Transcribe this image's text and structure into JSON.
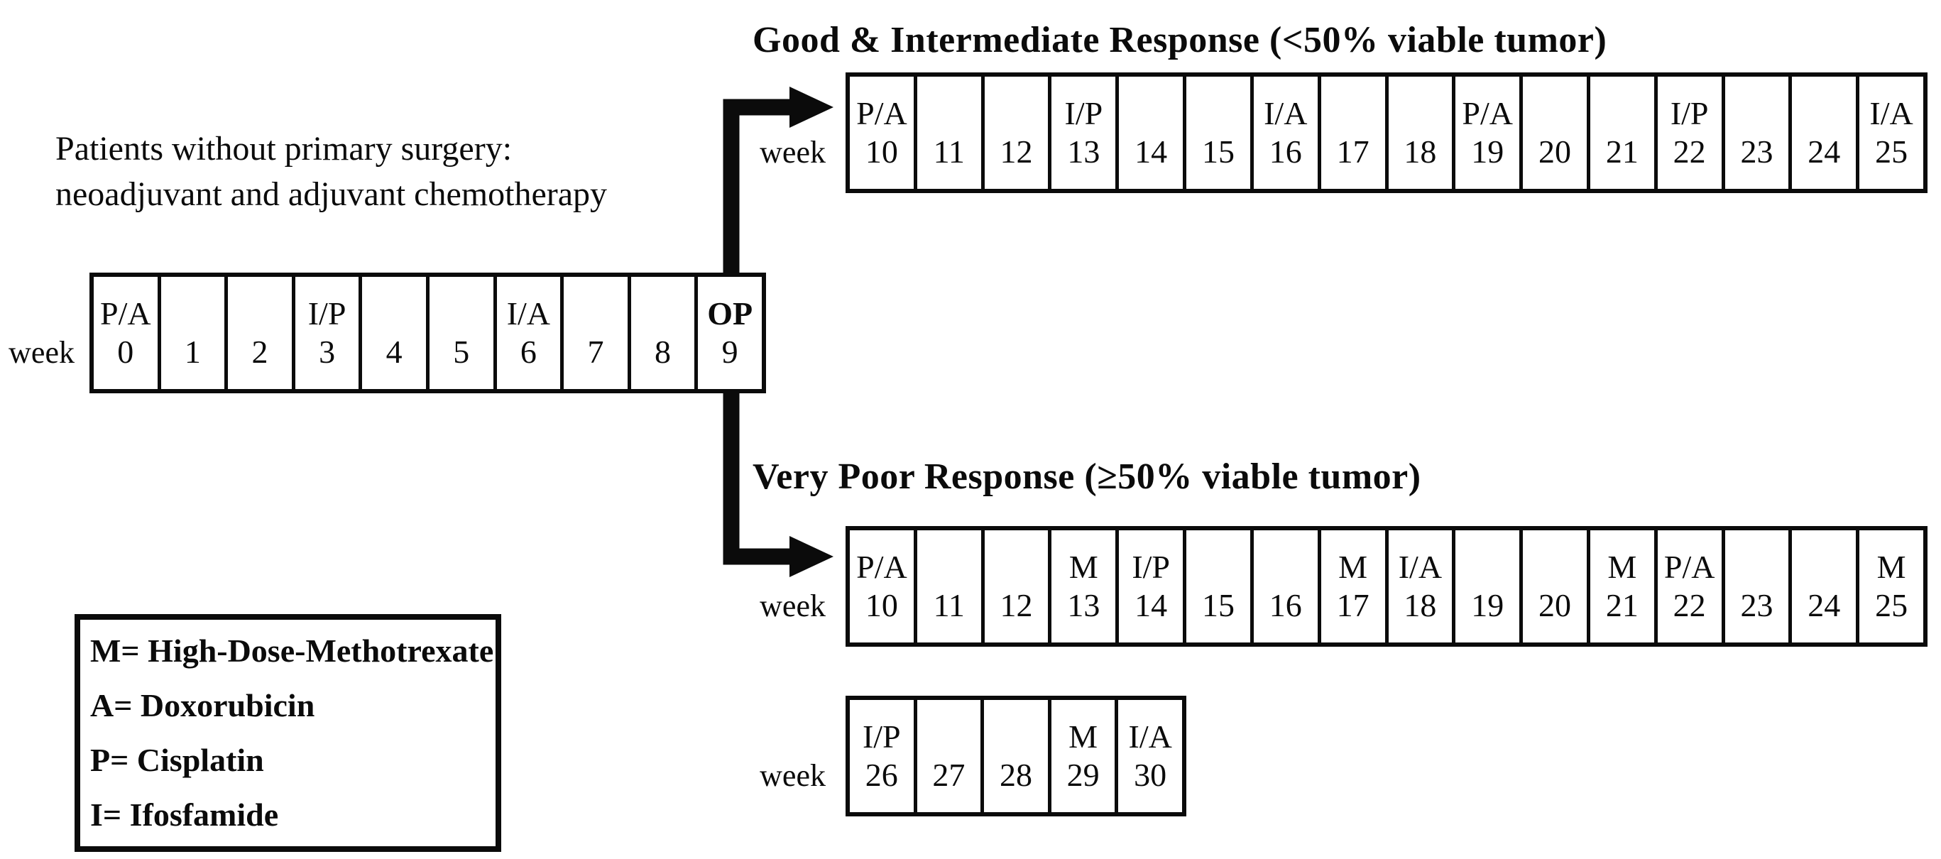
{
  "figure": {
    "good_response_title": "Good & Intermediate Response (<50% viable tumor)",
    "poor_response_title": "Very Poor Response (≥50% viable tumor)"
  },
  "intro": {
    "line1": "Patients without primary surgery:",
    "line2": "neoadjuvant and adjuvant chemotherapy"
  },
  "labels": {
    "week": "week"
  },
  "colors": {
    "ink": "#0b0b0b",
    "background": "#ffffff"
  },
  "legend": {
    "items": [
      "M= High-Dose-Methotrexate",
      "A= Doxorubicin",
      "P= Cisplatin",
      "I= Ifosfamide"
    ]
  },
  "rows": {
    "initial": {
      "description": "neoadjuvant phase weeks 0-9",
      "cells": [
        {
          "week": "0",
          "drug": "P/A"
        },
        {
          "week": "1",
          "drug": ""
        },
        {
          "week": "2",
          "drug": ""
        },
        {
          "week": "3",
          "drug": "I/P"
        },
        {
          "week": "4",
          "drug": ""
        },
        {
          "week": "5",
          "drug": ""
        },
        {
          "week": "6",
          "drug": "I/A"
        },
        {
          "week": "7",
          "drug": ""
        },
        {
          "week": "8",
          "drug": ""
        },
        {
          "week": "9",
          "drug": "OP",
          "bold": true
        }
      ]
    },
    "good": {
      "description": "good & intermediate response weeks 10-25",
      "cells": [
        {
          "week": "10",
          "drug": "P/A"
        },
        {
          "week": "11",
          "drug": ""
        },
        {
          "week": "12",
          "drug": ""
        },
        {
          "week": "13",
          "drug": "I/P"
        },
        {
          "week": "14",
          "drug": ""
        },
        {
          "week": "15",
          "drug": ""
        },
        {
          "week": "16",
          "drug": "I/A"
        },
        {
          "week": "17",
          "drug": ""
        },
        {
          "week": "18",
          "drug": ""
        },
        {
          "week": "19",
          "drug": "P/A"
        },
        {
          "week": "20",
          "drug": ""
        },
        {
          "week": "21",
          "drug": ""
        },
        {
          "week": "22",
          "drug": "I/P"
        },
        {
          "week": "23",
          "drug": ""
        },
        {
          "week": "24",
          "drug": ""
        },
        {
          "week": "25",
          "drug": "I/A"
        }
      ]
    },
    "poor": {
      "description": "very poor response weeks 10-25",
      "cells": [
        {
          "week": "10",
          "drug": "P/A"
        },
        {
          "week": "11",
          "drug": ""
        },
        {
          "week": "12",
          "drug": ""
        },
        {
          "week": "13",
          "drug": "M"
        },
        {
          "week": "14",
          "drug": "I/P"
        },
        {
          "week": "15",
          "drug": ""
        },
        {
          "week": "16",
          "drug": ""
        },
        {
          "week": "17",
          "drug": "M"
        },
        {
          "week": "18",
          "drug": "I/A"
        },
        {
          "week": "19",
          "drug": ""
        },
        {
          "week": "20",
          "drug": ""
        },
        {
          "week": "21",
          "drug": "M"
        },
        {
          "week": "22",
          "drug": "P/A"
        },
        {
          "week": "23",
          "drug": ""
        },
        {
          "week": "24",
          "drug": ""
        },
        {
          "week": "25",
          "drug": "M"
        }
      ]
    },
    "poor_ext": {
      "description": "very poor response weeks 26-30",
      "cells": [
        {
          "week": "26",
          "drug": "I/P"
        },
        {
          "week": "27",
          "drug": ""
        },
        {
          "week": "28",
          "drug": ""
        },
        {
          "week": "29",
          "drug": "M"
        },
        {
          "week": "30",
          "drug": "I/A"
        }
      ]
    }
  }
}
